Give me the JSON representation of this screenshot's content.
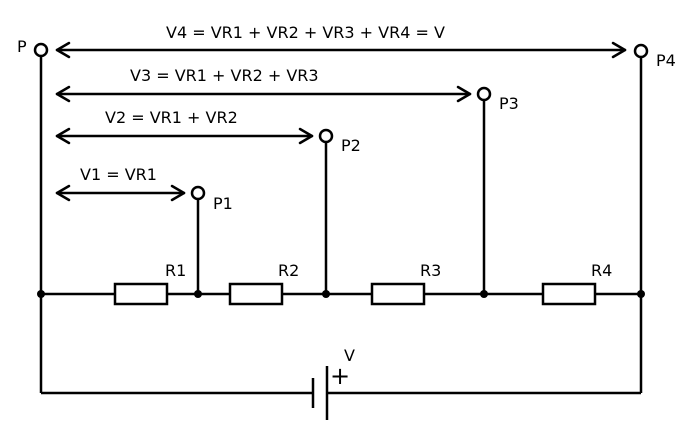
{
  "diagram": {
    "terminals": {
      "p": "P",
      "p1": "P1",
      "p2": "P2",
      "p3": "P3",
      "p4": "P4"
    },
    "resistors": {
      "r1": "R1",
      "r2": "R2",
      "r3": "R3",
      "r4": "R4"
    },
    "source": {
      "label": "V",
      "polarity": "+"
    },
    "equations": {
      "v1": "V1 = VR1",
      "v2": "V2 = VR1 + VR2",
      "v3": "V3 = VR1 + VR2 + VR3",
      "v4": "V4 = VR1 + VR2 + VR3 + VR4 = V"
    }
  }
}
